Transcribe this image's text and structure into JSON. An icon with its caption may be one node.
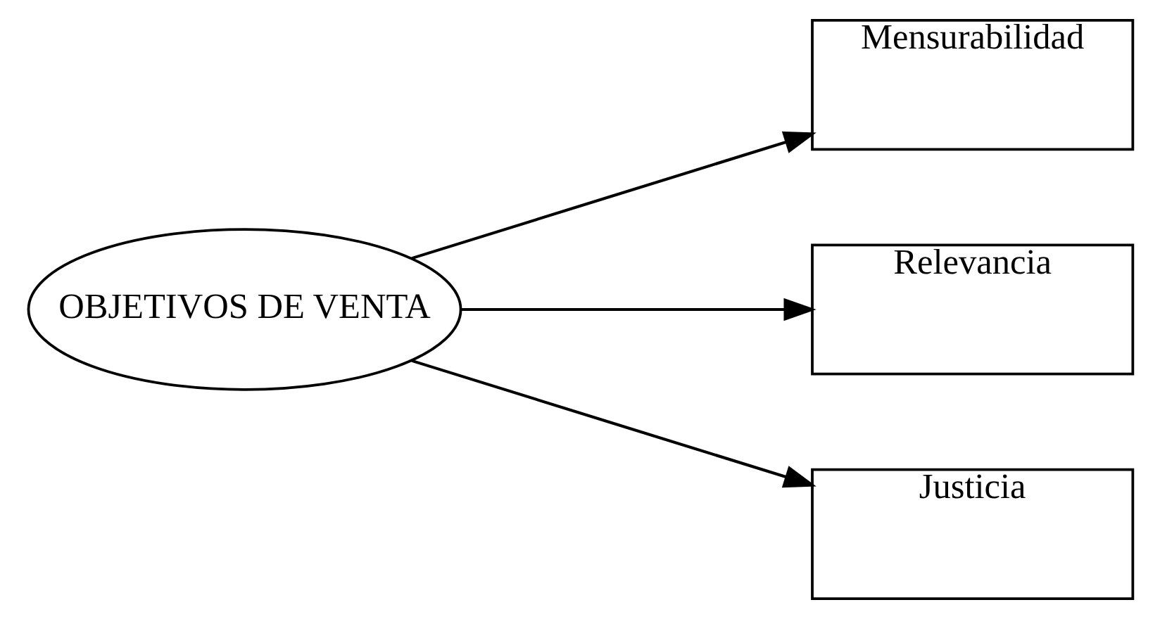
{
  "diagram": {
    "nodes": [
      {
        "text": [
          "OBJETIVOS DE VENTA"
        ]
      },
      {
        "text": [
          "Mensurabilidad"
        ]
      },
      {
        "text": [
          "Relevancia"
        ]
      },
      {
        "text": [
          "Justicia"
        ]
      }
    ],
    "edges": [
      {
        "from": 0,
        "to": 1,
        "arrow": "to"
      },
      {
        "from": 0,
        "to": 2,
        "arrow": "to"
      },
      {
        "from": 0,
        "to": 3,
        "arrow": "to"
      }
    ]
  }
}
